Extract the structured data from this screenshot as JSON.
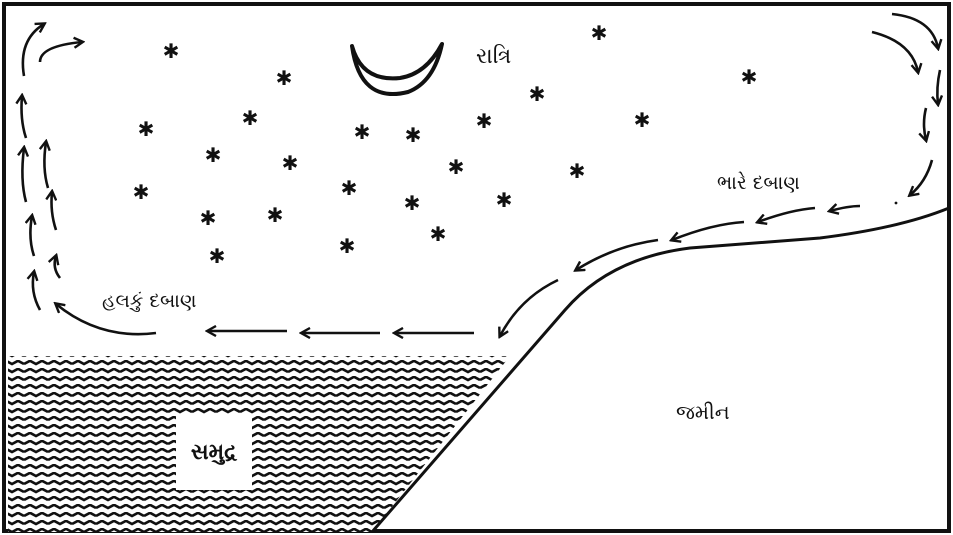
{
  "labels": {
    "night": "રાત્રિ",
    "high_pressure": "ભારે દબાણ",
    "low_pressure": "હલકું દબાણ",
    "land": "જમીન",
    "sea": "સમુદ્ર"
  },
  "colors": {
    "ink": "#111111",
    "background": "#ffffff"
  },
  "icons": [
    "moon-icon",
    "star-icon",
    "arrow-icon"
  ]
}
